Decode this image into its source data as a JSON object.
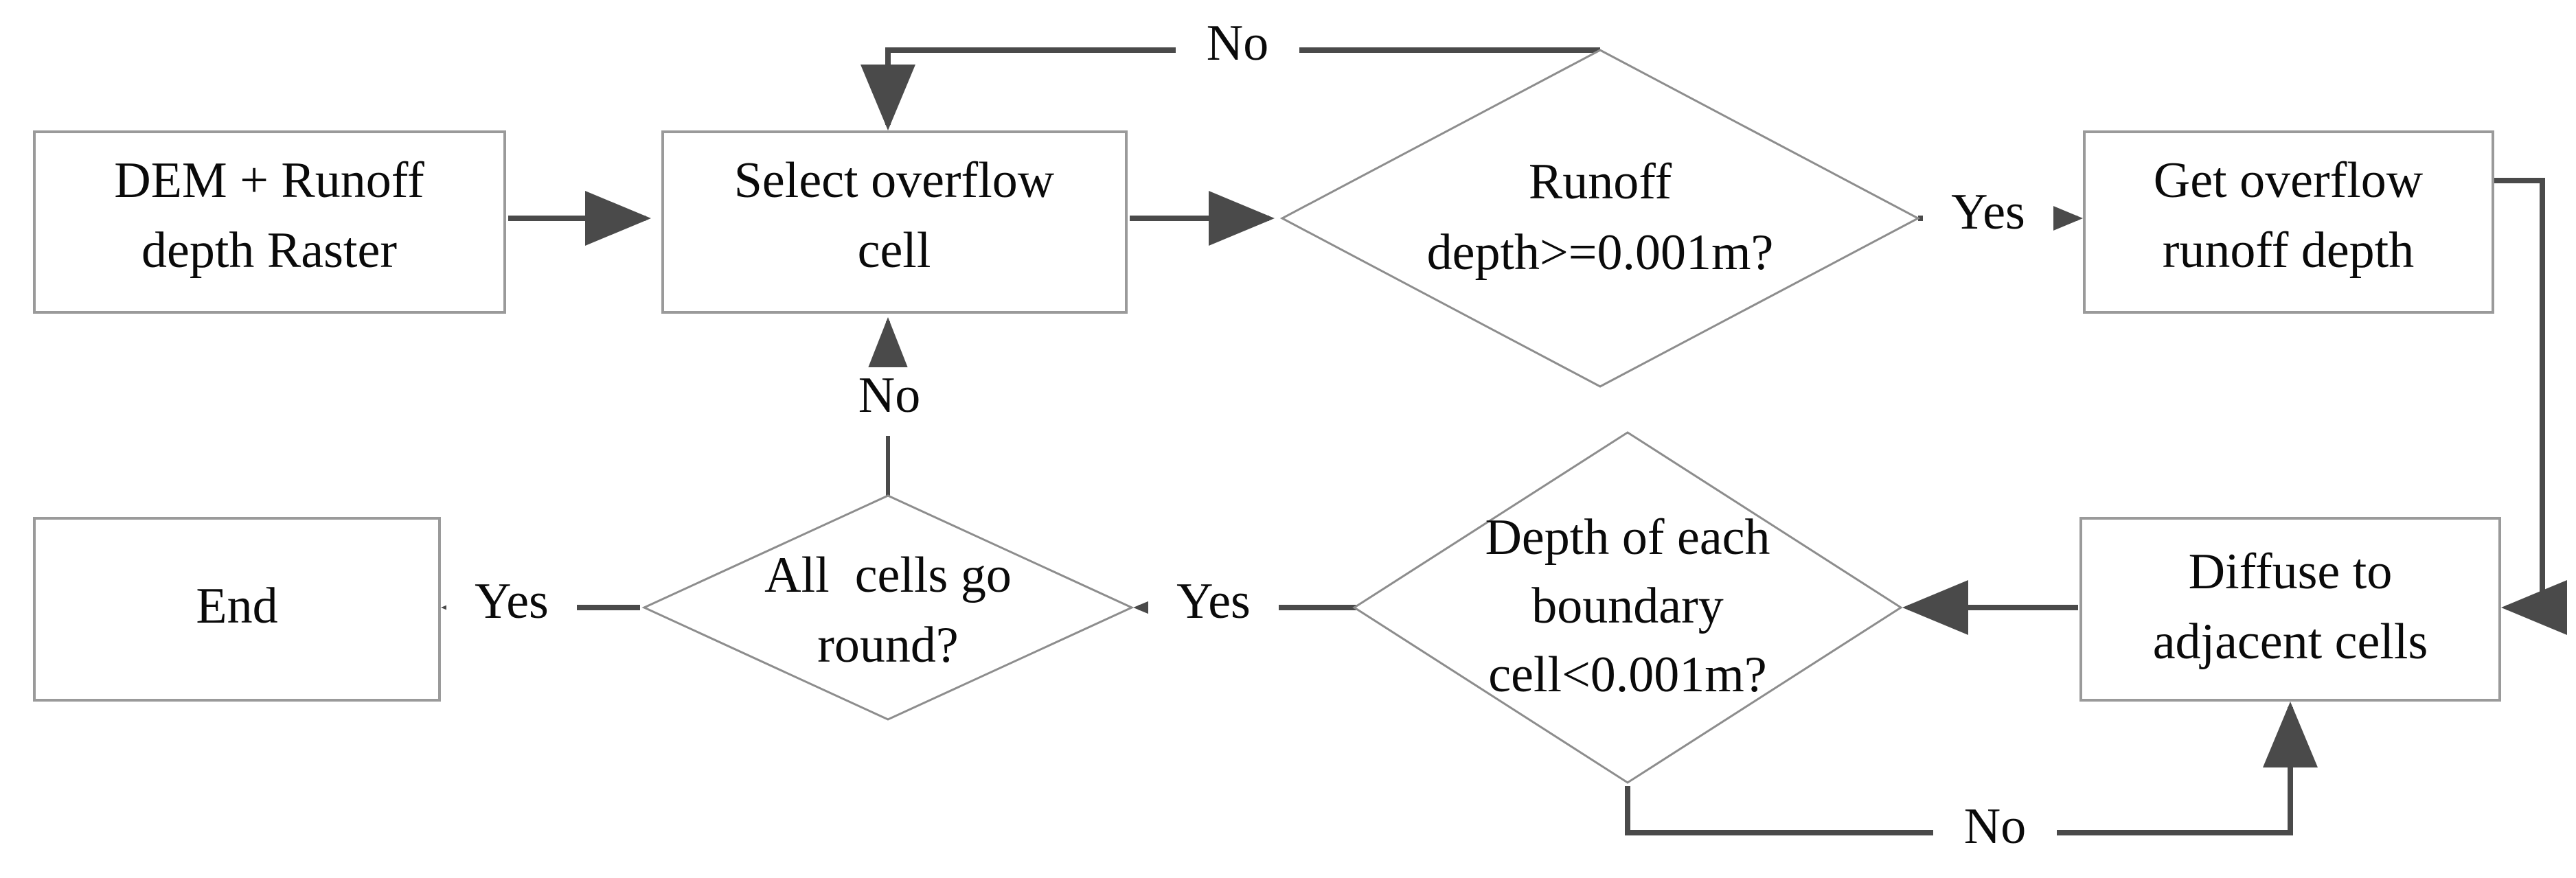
{
  "diagram": {
    "title": "Overflow runoff diffusion algorithm flowchart",
    "type": "flowchart",
    "colors": {
      "background": "#ffffff",
      "box_stroke": "#9a9a9a",
      "diamond_stroke": "#8d8d8d",
      "connector": "#4a4a4a",
      "text": "#0a0a0a"
    },
    "nodes": [
      {
        "id": "dem-input",
        "shape": "rectangle",
        "lines": [
          "DEM + Runoff",
          "depth Raster"
        ]
      },
      {
        "id": "select-overflow-cell",
        "shape": "rectangle",
        "lines": [
          "Select overflow",
          "cell"
        ]
      },
      {
        "id": "runoff-depth-check",
        "shape": "diamond",
        "lines": [
          "Runoff",
          "depth>=0.001m?"
        ]
      },
      {
        "id": "get-overflow-runoff-depth",
        "shape": "rectangle",
        "lines": [
          "Get overflow",
          "runoff depth"
        ]
      },
      {
        "id": "diffuse-adjacent-cells",
        "shape": "rectangle",
        "lines": [
          "Diffuse to",
          "adjacent cells"
        ]
      },
      {
        "id": "boundary-depth-check",
        "shape": "diamond",
        "lines": [
          "Depth of each",
          "boundary",
          "cell<0.001m?"
        ]
      },
      {
        "id": "all-cells-check",
        "shape": "diamond",
        "lines": [
          "All  cells go",
          "round?"
        ]
      },
      {
        "id": "end",
        "shape": "rectangle",
        "lines": [
          "End"
        ]
      }
    ],
    "edges": [
      {
        "id": "dem-to-select",
        "label": "",
        "from": "dem-input",
        "to": "select-overflow-cell"
      },
      {
        "id": "select-to-runoff-check",
        "label": "",
        "from": "select-overflow-cell",
        "to": "runoff-depth-check"
      },
      {
        "id": "runoff-check-no-loop",
        "label": "No",
        "from": "runoff-depth-check",
        "to": "select-overflow-cell"
      },
      {
        "id": "runoff-check-yes",
        "label": "Yes",
        "from": "runoff-depth-check",
        "to": "get-overflow-runoff-depth"
      },
      {
        "id": "get-depth-to-diffuse",
        "label": "",
        "from": "get-overflow-runoff-depth",
        "to": "diffuse-adjacent-cells"
      },
      {
        "id": "diffuse-to-boundary-check",
        "label": "",
        "from": "diffuse-adjacent-cells",
        "to": "boundary-depth-check"
      },
      {
        "id": "boundary-check-no-loop",
        "label": "No",
        "from": "boundary-depth-check",
        "to": "diffuse-adjacent-cells"
      },
      {
        "id": "boundary-check-yes",
        "label": "Yes",
        "from": "boundary-depth-check",
        "to": "all-cells-check"
      },
      {
        "id": "all-cells-no-loop",
        "label": "No",
        "from": "all-cells-check",
        "to": "select-overflow-cell"
      },
      {
        "id": "all-cells-yes-end",
        "label": "Yes",
        "from": "all-cells-check",
        "to": "end"
      }
    ]
  }
}
